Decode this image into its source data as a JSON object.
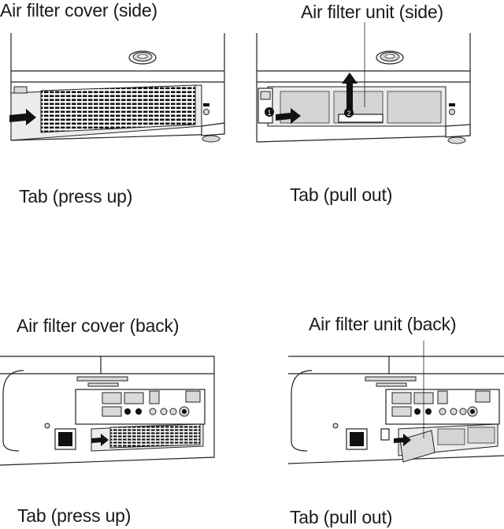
{
  "panels": {
    "top_left": {
      "title": "Air filter cover (side)",
      "tab": "Tab (press up)"
    },
    "top_right": {
      "title": "Air filter unit (side)",
      "tab": "Tab (pull out)"
    },
    "bottom_left": {
      "title": "Air filter cover (back)",
      "tab": "Tab (press up)"
    },
    "bottom_right": {
      "title": "Air filter unit (back)",
      "tab": "Tab (pull out)"
    }
  },
  "step_markers": [
    "❶",
    "❷"
  ],
  "icons": [
    "arrow-right-icon",
    "arrow-up-icon",
    "leader-line"
  ]
}
